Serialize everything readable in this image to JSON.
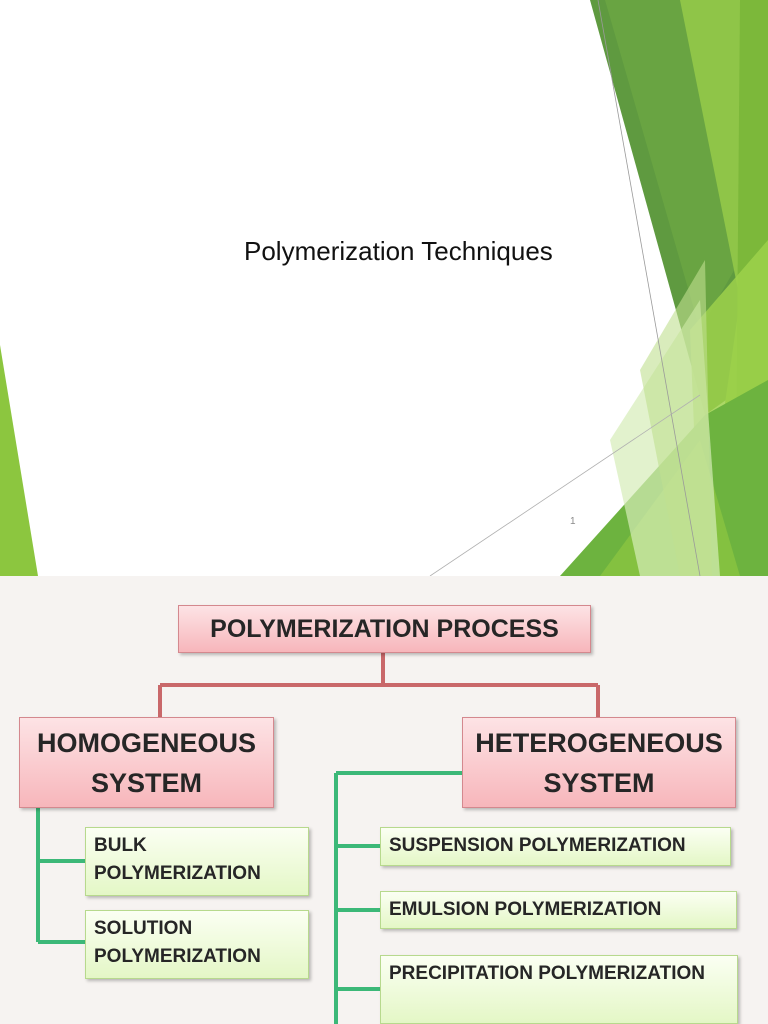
{
  "slide1": {
    "title": "Polymerization Techniques",
    "slide_number": "1",
    "colors": {
      "dark_green": "#5a9a3c",
      "mid_green": "#7fbd3a",
      "light_green": "#c8e4a0",
      "accent_green": "#9ccc41"
    }
  },
  "slide2": {
    "title_box": "POLYMERIZATION PROCESS",
    "homogeneous": {
      "label": "HOMOGENEOUS SYSTEM",
      "items": [
        "BULK POLYMERIZATION",
        "SOLUTION POLYMERIZATION"
      ]
    },
    "heterogeneous": {
      "label": "HETEROGENEOUS SYSTEM",
      "items": [
        "SUSPENSION POLYMERIZATION",
        "EMULSION POLYMERIZATION",
        "PRECIPITATION POLYMERIZATION"
      ]
    },
    "colors": {
      "pink_box": "#f7b6bb",
      "green_box": "#e4f7c6",
      "red_connector": "#c0504d",
      "green_connector": "#3cb878"
    }
  }
}
